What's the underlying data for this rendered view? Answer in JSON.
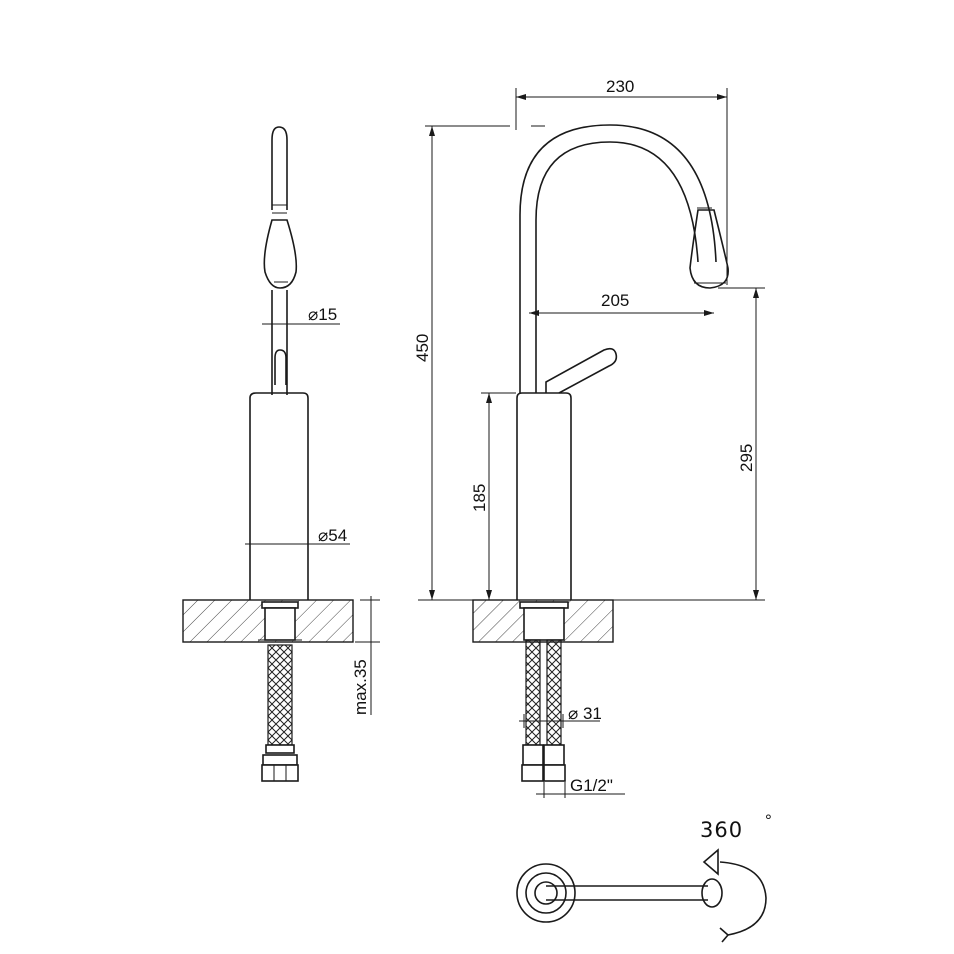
{
  "dimensions": {
    "side_spout_diameter": "⌀15",
    "side_body_diameter": "⌀54",
    "side_deck_thickness": "max.35",
    "front_height_total": "450",
    "front_width_total": "230",
    "front_reach": "205",
    "front_spout_height": "295",
    "front_body_height": "185",
    "front_hose_diameter": "⌀ 31",
    "front_thread": "G1/2\""
  },
  "rotation": {
    "label": "360",
    "degree_mark": "°"
  }
}
